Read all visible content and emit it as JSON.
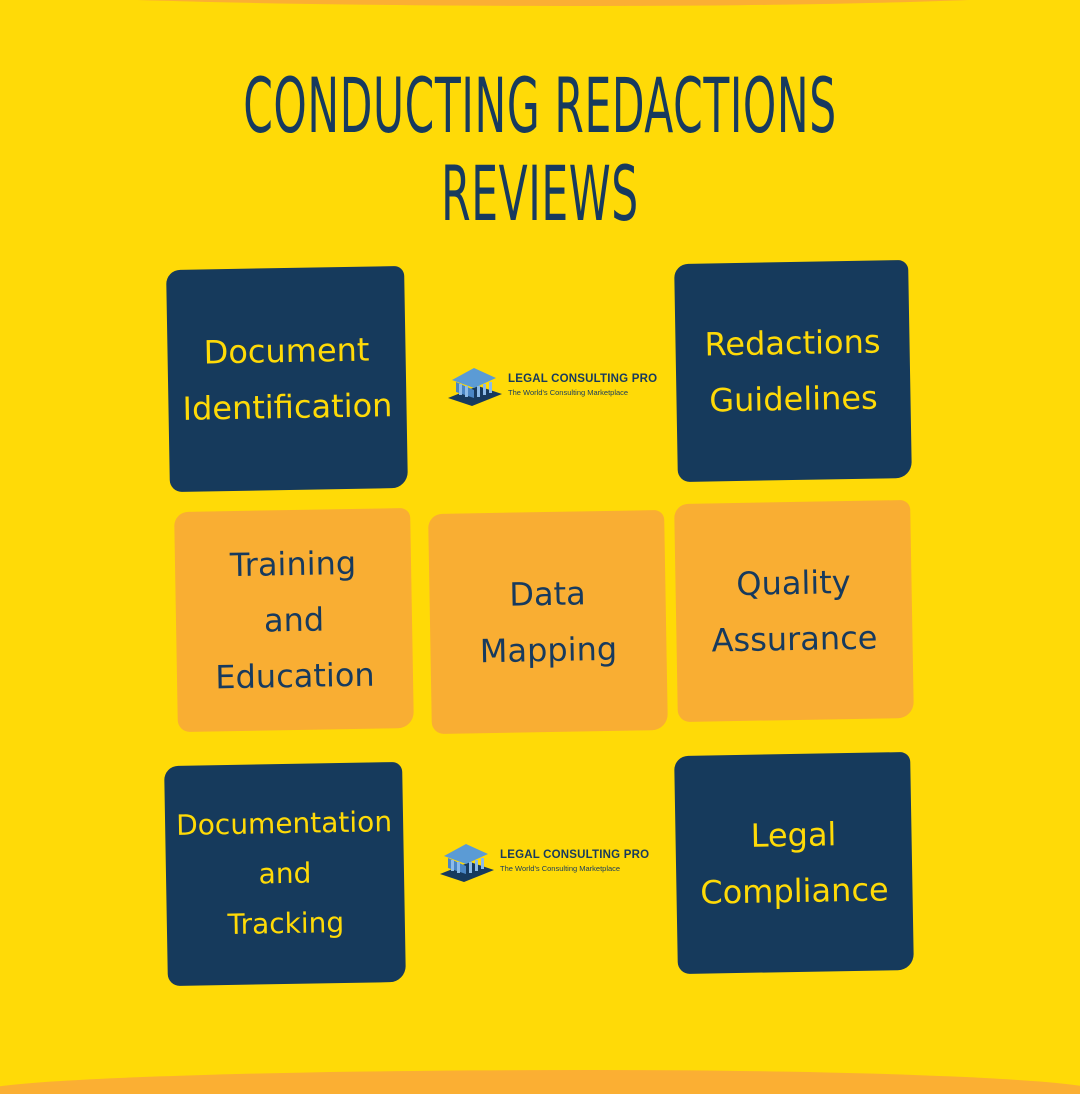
{
  "title": {
    "line1": "CONDUCTING REDACTIONS",
    "line2": "REVIEWS"
  },
  "cards": [
    {
      "id": "document-identification",
      "lines": [
        "Document",
        "Identification"
      ],
      "style": "navy"
    },
    {
      "id": "redactions-guidelines",
      "lines": [
        "Redactions",
        "Guidelines"
      ],
      "style": "navy"
    },
    {
      "id": "training-and-education",
      "lines": [
        "Training",
        "and",
        "Education"
      ],
      "style": "orange"
    },
    {
      "id": "data-mapping",
      "lines": [
        "Data",
        "Mapping"
      ],
      "style": "orange"
    },
    {
      "id": "quality-assurance",
      "lines": [
        "Quality",
        "Assurance"
      ],
      "style": "orange"
    },
    {
      "id": "documentation-and-tracking",
      "lines": [
        "Documentation",
        "and",
        "Tracking"
      ],
      "style": "navy"
    },
    {
      "id": "legal-compliance",
      "lines": [
        "Legal",
        "Compliance"
      ],
      "style": "navy"
    }
  ],
  "logo": {
    "name": "LEGAL CONSULTING PRO",
    "tagline": "The World's Consulting Marketplace",
    "icon": "bank-building-icon"
  },
  "colors": {
    "background": "#FFDA07",
    "band": "#FBAF33",
    "navy": "#163A5C",
    "orange": "#F9AE33",
    "yellow_text": "#FFDA07"
  }
}
